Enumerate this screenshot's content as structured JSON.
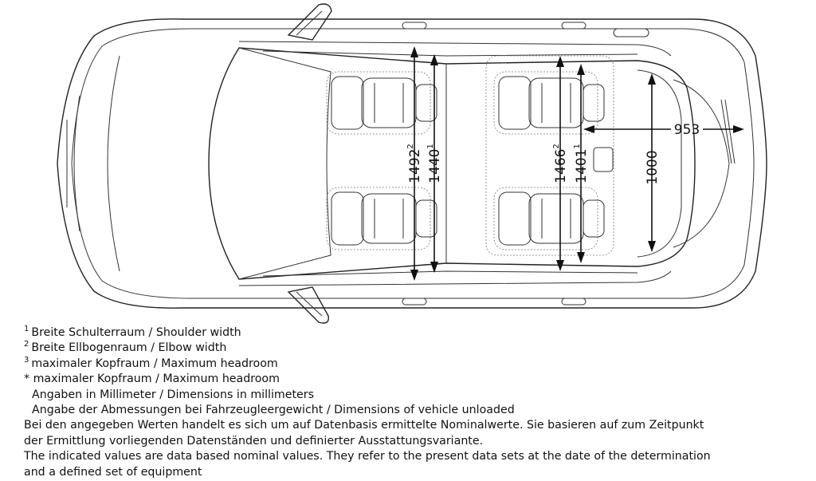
{
  "dimensions": [
    {
      "value": "1492",
      "sup": "2"
    },
    {
      "value": "1440",
      "sup": "1"
    },
    {
      "value": "1466",
      "sup": "2"
    },
    {
      "value": "1401",
      "sup": "1"
    },
    {
      "value": "1000",
      "sup": ""
    },
    {
      "value": "953",
      "sup": ""
    }
  ],
  "notes": [
    {
      "sup": "1",
      "text": "Breite Schulterraum / Shoulder width"
    },
    {
      "sup": "2",
      "text": "Breite Ellbogenraum / Elbow width"
    },
    {
      "sup": "3",
      "text": "maximaler Kopfraum / Maximum headroom"
    },
    {
      "sup": "",
      "text": "* maximaler Kopfraum / Maximum headroom"
    },
    {
      "sup": "",
      "text": "Angaben in Millimeter / Dimensions in millimeters"
    },
    {
      "sup": "",
      "text": "Angabe der Abmessungen bei Fahrzeugleergewicht / Dimensions of vehicle unloaded"
    },
    {
      "sup": "",
      "text": "Bei den angegeben Werten handelt es sich um auf Datenbasis ermittelte Nominalwerte. Sie basieren auf zum Zeitpunkt"
    },
    {
      "sup": "",
      "text": "der Ermittlung vorliegenden Datenständen und definierter Ausstattungsvariante."
    },
    {
      "sup": "",
      "text": "The indicated values are data based nominal values. They refer to the present data sets at the date of the determination"
    },
    {
      "sup": "",
      "text": "and a defined set of equipment"
    }
  ]
}
